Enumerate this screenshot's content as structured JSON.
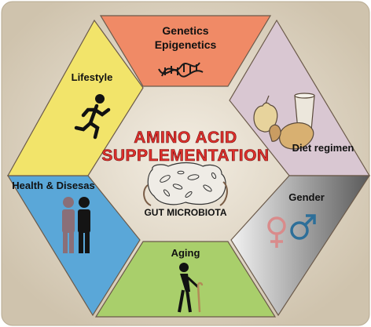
{
  "center": {
    "title_line1": "AMINO ACID",
    "title_line2": "SUPPLEMENTATION",
    "subtitle": "GUT MICROBIOTA"
  },
  "factors": {
    "genetics": {
      "line1": "Genetics",
      "line2": "Epigenetics",
      "icon": "dna-helix-icon",
      "color": "#f08a66"
    },
    "diet": {
      "label": "Diet regimen",
      "icon": "food-glass-icon",
      "color": "#d9c7d2"
    },
    "gender": {
      "label": "Gender",
      "icon": "gender-symbols-icon",
      "color": "#9a9a9a"
    },
    "aging": {
      "label": "Aging",
      "icon": "elderly-person-icon",
      "color": "#a9cf6b"
    },
    "health": {
      "label": "Health & Disesas",
      "icon": "two-people-icon",
      "color": "#5aa7d8"
    },
    "lifestyle": {
      "label": "Lifestyle",
      "icon": "running-person-icon",
      "color": "#f2e46a"
    }
  },
  "colors": {
    "background": "#e2d8c6",
    "title_red": "#e0302c",
    "female_symbol": "#d98b8b",
    "male_symbol": "#2d6f99"
  }
}
